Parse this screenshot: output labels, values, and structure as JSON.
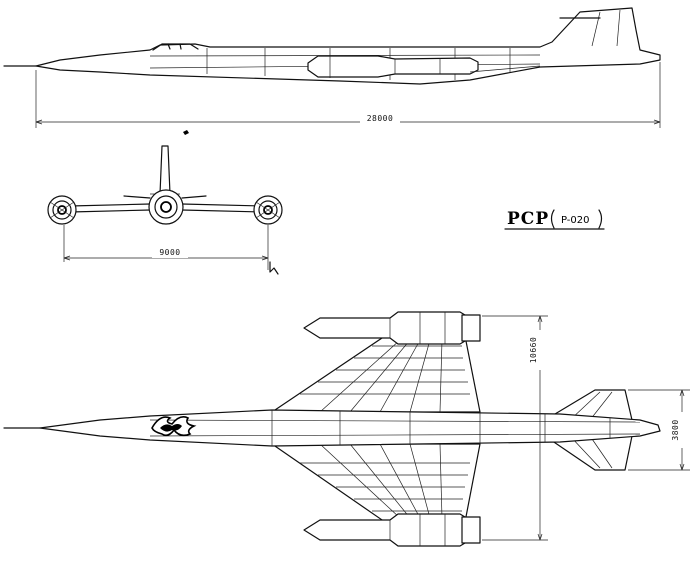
{
  "designation": {
    "main": "PCP",
    "sub": "P-020"
  },
  "dimensions": {
    "length": "28000",
    "wingspan_front": "9000",
    "wingspan_top": "10660",
    "tail_span": "3800"
  }
}
